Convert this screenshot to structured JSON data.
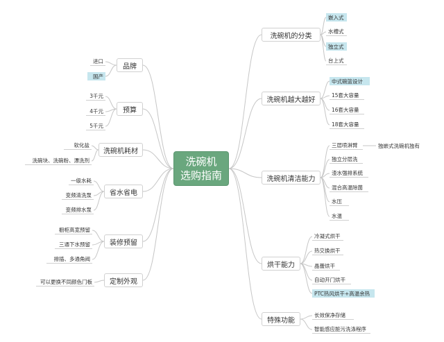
{
  "root": {
    "line1": "洗碗机",
    "line2": "选购指南"
  },
  "right_branches": [
    {
      "label": "洗碗机的分类",
      "items": [
        {
          "text": "嵌入式",
          "hl": true
        },
        {
          "text": "水槽式",
          "hl": false
        },
        {
          "text": "独立式",
          "hl": true
        },
        {
          "text": "台上式",
          "hl": false
        }
      ]
    },
    {
      "label": "洗碗机越大越好",
      "items": [
        {
          "text": "中式碗篮设计",
          "hl": true
        },
        {
          "text": "15套大容量",
          "hl": false
        },
        {
          "text": "16套大容量",
          "hl": false
        },
        {
          "text": "18套大容量",
          "hl": false
        }
      ]
    },
    {
      "label": "洗碗机清洁能力",
      "items": [
        {
          "text": "三层喷淋臂",
          "hl": false,
          "sub": "独嵌式洗碗机独有"
        },
        {
          "text": "独立分层洗",
          "hl": false
        },
        {
          "text": "渣水强排系统",
          "hl": false
        },
        {
          "text": "混合高温除菌",
          "hl": false
        },
        {
          "text": "水压",
          "hl": false
        },
        {
          "text": "水温",
          "hl": false
        }
      ]
    },
    {
      "label": "烘干能力",
      "items": [
        {
          "text": "冷凝式烘干",
          "hl": false
        },
        {
          "text": "热交换烘干",
          "hl": false
        },
        {
          "text": "晶蕾烘干",
          "hl": false
        },
        {
          "text": "自动开门烘干",
          "hl": false
        },
        {
          "text": "PTC热风烘干+高温余热",
          "hl": true
        }
      ]
    },
    {
      "label": "特殊功能",
      "items": [
        {
          "text": "长效保净存储",
          "hl": false
        },
        {
          "text": "智能感应脏污洗涤程序",
          "hl": false
        }
      ]
    }
  ],
  "left_branches": [
    {
      "label": "品牌",
      "items": [
        {
          "text": "进口",
          "hl": false
        },
        {
          "text": "国产",
          "hl": true
        }
      ]
    },
    {
      "label": "预算",
      "items": [
        {
          "text": "3千元",
          "hl": false
        },
        {
          "text": "4千元",
          "hl": false
        },
        {
          "text": "5千元",
          "hl": false
        }
      ]
    },
    {
      "label": "洗碗机耗材",
      "items": [
        {
          "text": "软化盐",
          "hl": false
        },
        {
          "text": "洗碗块、洗碗粉、漂洗剂",
          "hl": false
        }
      ]
    },
    {
      "label": "省水省电",
      "items": [
        {
          "text": "一级水耗",
          "hl": false
        },
        {
          "text": "变频清洗泵",
          "hl": false
        },
        {
          "text": "变频排水泵",
          "hl": false
        }
      ]
    },
    {
      "label": "装修预留",
      "items": [
        {
          "text": "橱柜高宽预留",
          "hl": false
        },
        {
          "text": "三通下水预留",
          "hl": false
        },
        {
          "text": "排插、多通角阀",
          "hl": false
        }
      ]
    },
    {
      "label": "定制外观",
      "items": [
        {
          "text": "可以更换不同颜色门板",
          "hl": false
        }
      ]
    }
  ],
  "colors": {
    "root": "#6aa77e",
    "highlight": "#c6e6ee",
    "connector": "#c6c6c6"
  }
}
